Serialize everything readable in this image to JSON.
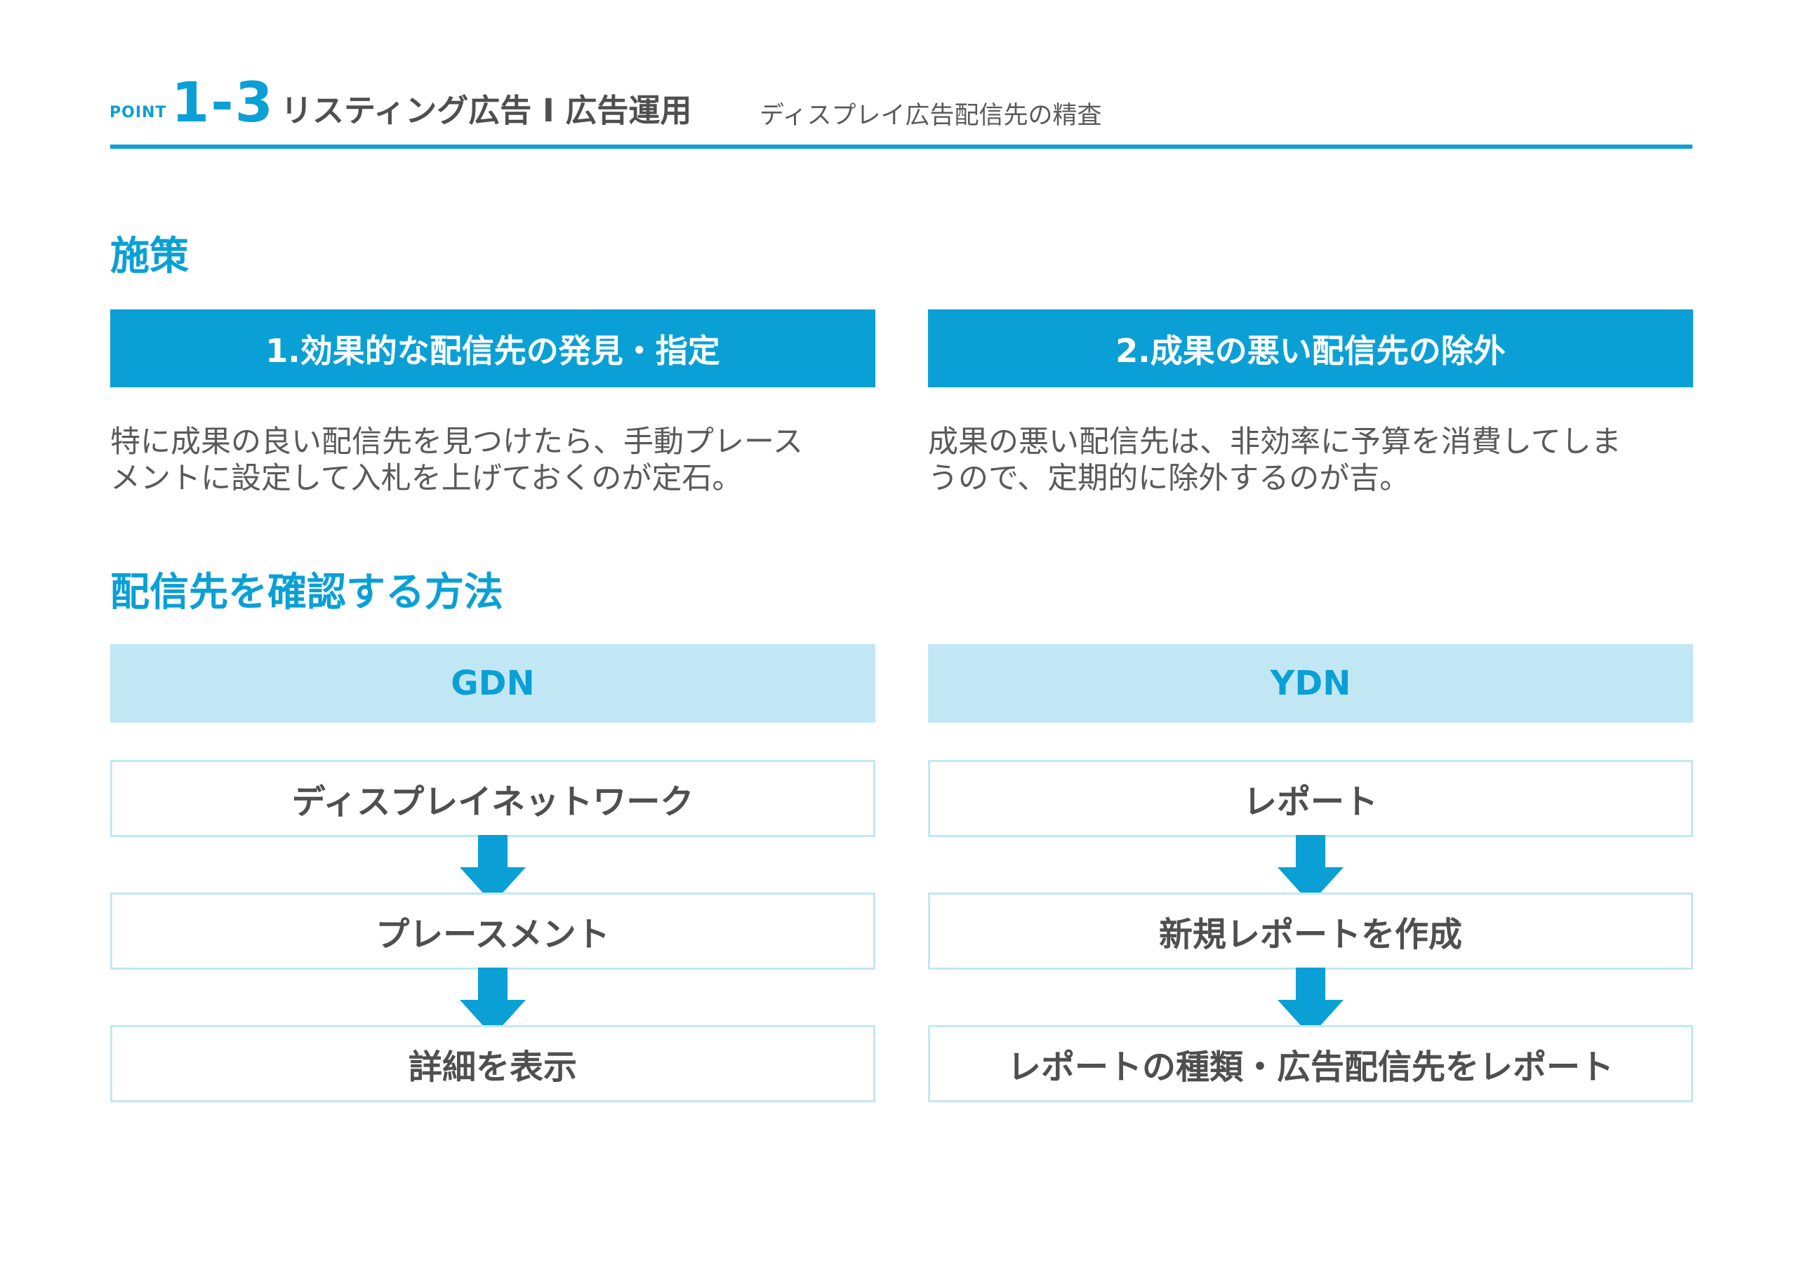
{
  "header": {
    "point_label": "POINT",
    "point_number": "1-3",
    "title": "リスティング広告 I 広告運用",
    "subtitle": "ディスプレイ広告配信先の精査"
  },
  "measures": {
    "heading": "施策",
    "items": [
      {
        "label": "1.効果的な配信先の発見・指定",
        "description_line1": "特に成果の良い配信先を見つけたら、手動プレース",
        "description_line2": "メントに設定して入札を上げておくのが定石。"
      },
      {
        "label": "2.成果の悪い配信先の除外",
        "description_line1": "成果の悪い配信先は、非効率に予算を消費してしま",
        "description_line2": "うので、定期的に除外するのが吉。"
      }
    ]
  },
  "methods": {
    "heading": "配信先を確認する方法",
    "columns": [
      {
        "name": "GDN",
        "steps": [
          "ディスプレイネットワーク",
          "プレースメント",
          "詳細を表示"
        ]
      },
      {
        "name": "YDN",
        "steps": [
          "レポート",
          "新規レポートを作成",
          "レポートの種類・広告配信先をレポート"
        ]
      }
    ]
  },
  "colors": {
    "accent": "#0aa0d6",
    "light_accent": "#c2e7f4",
    "text": "#595959"
  },
  "icons": {
    "flow_arrow": "arrow-down-icon"
  }
}
